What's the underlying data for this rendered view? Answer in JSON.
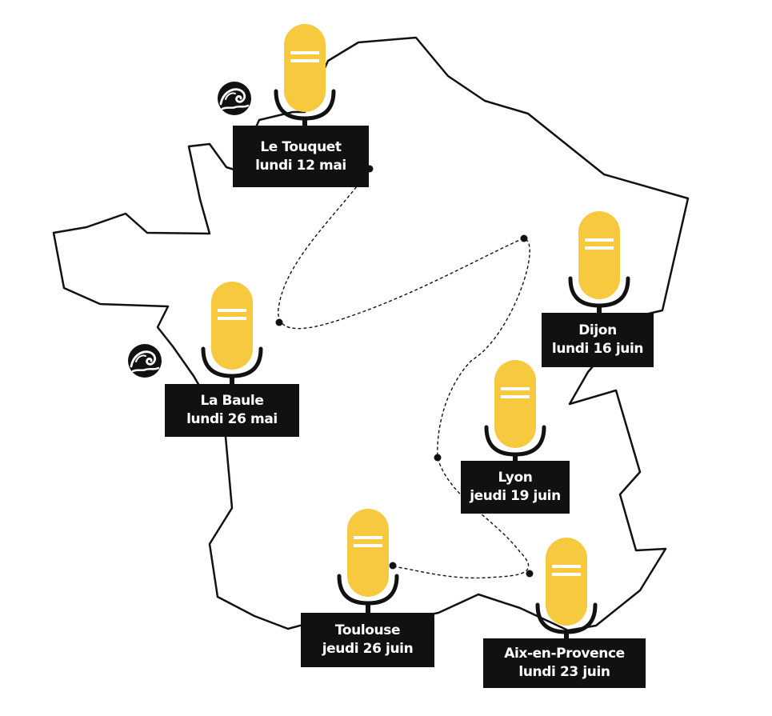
{
  "colors": {
    "mic": "#f7c93e",
    "outline": "#111111",
    "label_bg": "#111111",
    "label_text": "#ffffff"
  },
  "stops": [
    {
      "city": "Le Touquet",
      "date": "lundi 12 mai",
      "icon": "microphone-icon",
      "coastal": true
    },
    {
      "city": "La Baule",
      "date": "lundi 26 mai",
      "icon": "microphone-icon",
      "coastal": true
    },
    {
      "city": "Dijon",
      "date": "lundi 16 juin",
      "icon": "microphone-icon",
      "coastal": false
    },
    {
      "city": "Lyon",
      "date": "jeudi 19 juin",
      "icon": "microphone-icon",
      "coastal": false
    },
    {
      "city": "Aix-en-Provence",
      "date": "lundi 23 juin",
      "icon": "microphone-icon",
      "coastal": false
    },
    {
      "city": "Toulouse",
      "date": "jeudi 26 juin",
      "icon": "microphone-icon",
      "coastal": false
    }
  ],
  "decorations": {
    "coast_icon": "wave-icon"
  }
}
